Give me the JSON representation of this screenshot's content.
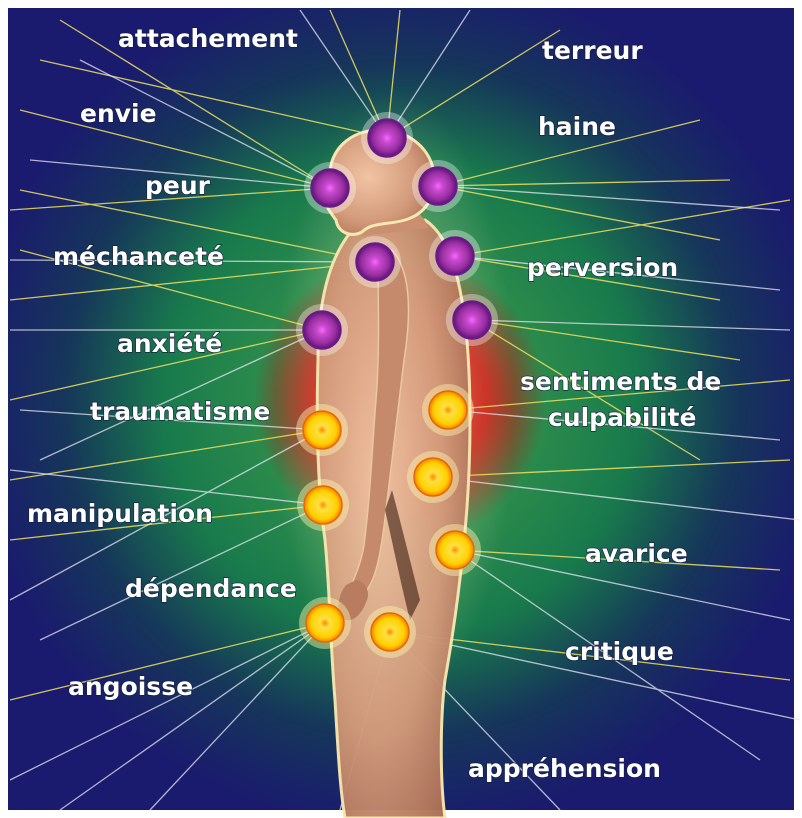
{
  "labels": {
    "attachement": "attachement",
    "terreur": "terreur",
    "envie": "envie",
    "haine": "haine",
    "peur": "peur",
    "mechancete": "méchanceté",
    "perversion": "perversion",
    "anxiete": "anxiété",
    "sentiments_line1": "sentiments de",
    "sentiments_line2": "culpabilité",
    "traumatisme": "traumatisme",
    "manipulation": "manipulation",
    "avarice": "avarice",
    "dependance": "dépendance",
    "critique": "critique",
    "angoisse": "angoisse",
    "apprehension": "appréhension"
  },
  "colors": {
    "background_outer": "#1a1a6e",
    "glow_green": "#1f8a52",
    "glow_red": "#d21a10",
    "body": "#d9a585",
    "point_purple": "#9a2fa0",
    "point_yellow": "#ffd000",
    "ray_white": "#e8e8f0",
    "ray_yellow": "#f0e060"
  }
}
